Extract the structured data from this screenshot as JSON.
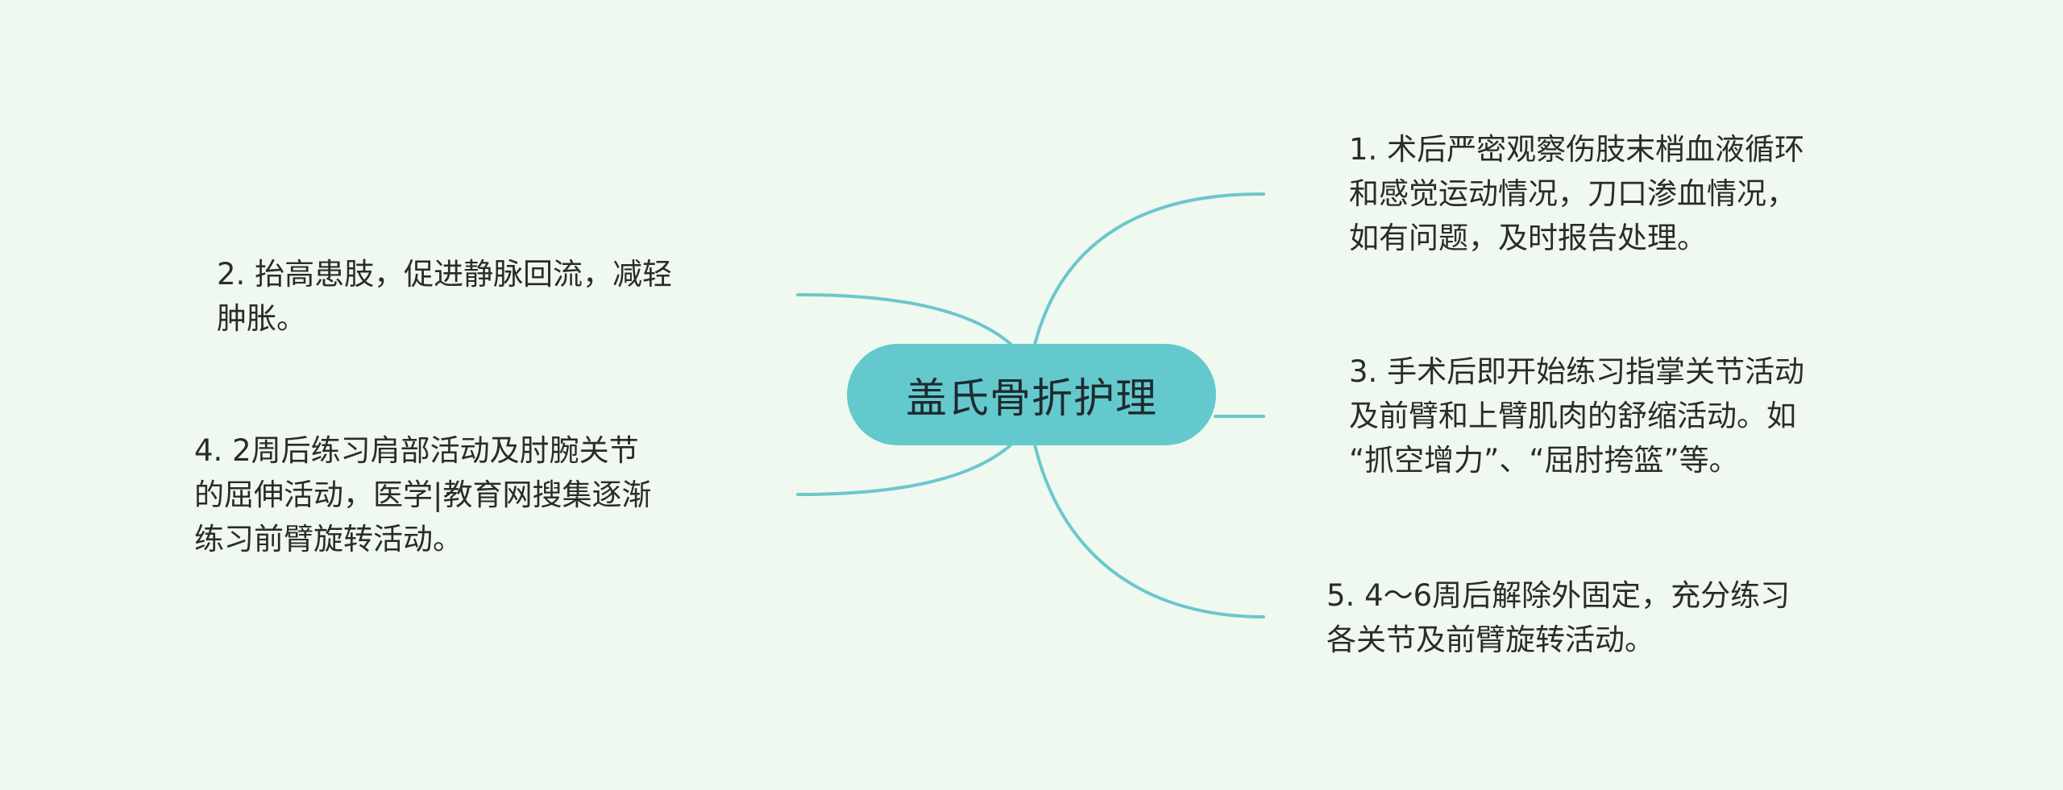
{
  "central": {
    "label": "盖氏骨折护理"
  },
  "colors": {
    "background": "#f0f9ef",
    "central_fill": "#63c9cc",
    "connector": "#6cc7cc",
    "text": "#2b2b2b"
  },
  "nodes": [
    {
      "id": "r1",
      "lines": [
        "1. 术后严密观察伤肢末梢血液循环",
        "和感觉运动情况，刀口渗血情况，",
        "如有问题，及时报告处理。"
      ]
    },
    {
      "id": "r3",
      "lines": [
        "3. 手术后即开始练习指掌关节活动",
        "及前臂和上臂肌肉的舒缩活动。如",
        "“抓空增力”、“屈肘挎篮”等。"
      ]
    },
    {
      "id": "r5",
      "lines": [
        "5. 4～6周后解除外固定，充分练习",
        "各关节及前臂旋转活动。"
      ]
    },
    {
      "id": "l2",
      "lines": [
        "2. 抬高患肢，促进静脉回流，减轻",
        "肿胀。"
      ]
    },
    {
      "id": "l4",
      "lines": [
        "4. 2周后练习肩部活动及肘腕关节",
        "的屈伸活动，医学|教育网搜集逐渐",
        "练习前臂旋转活动。"
      ]
    }
  ]
}
